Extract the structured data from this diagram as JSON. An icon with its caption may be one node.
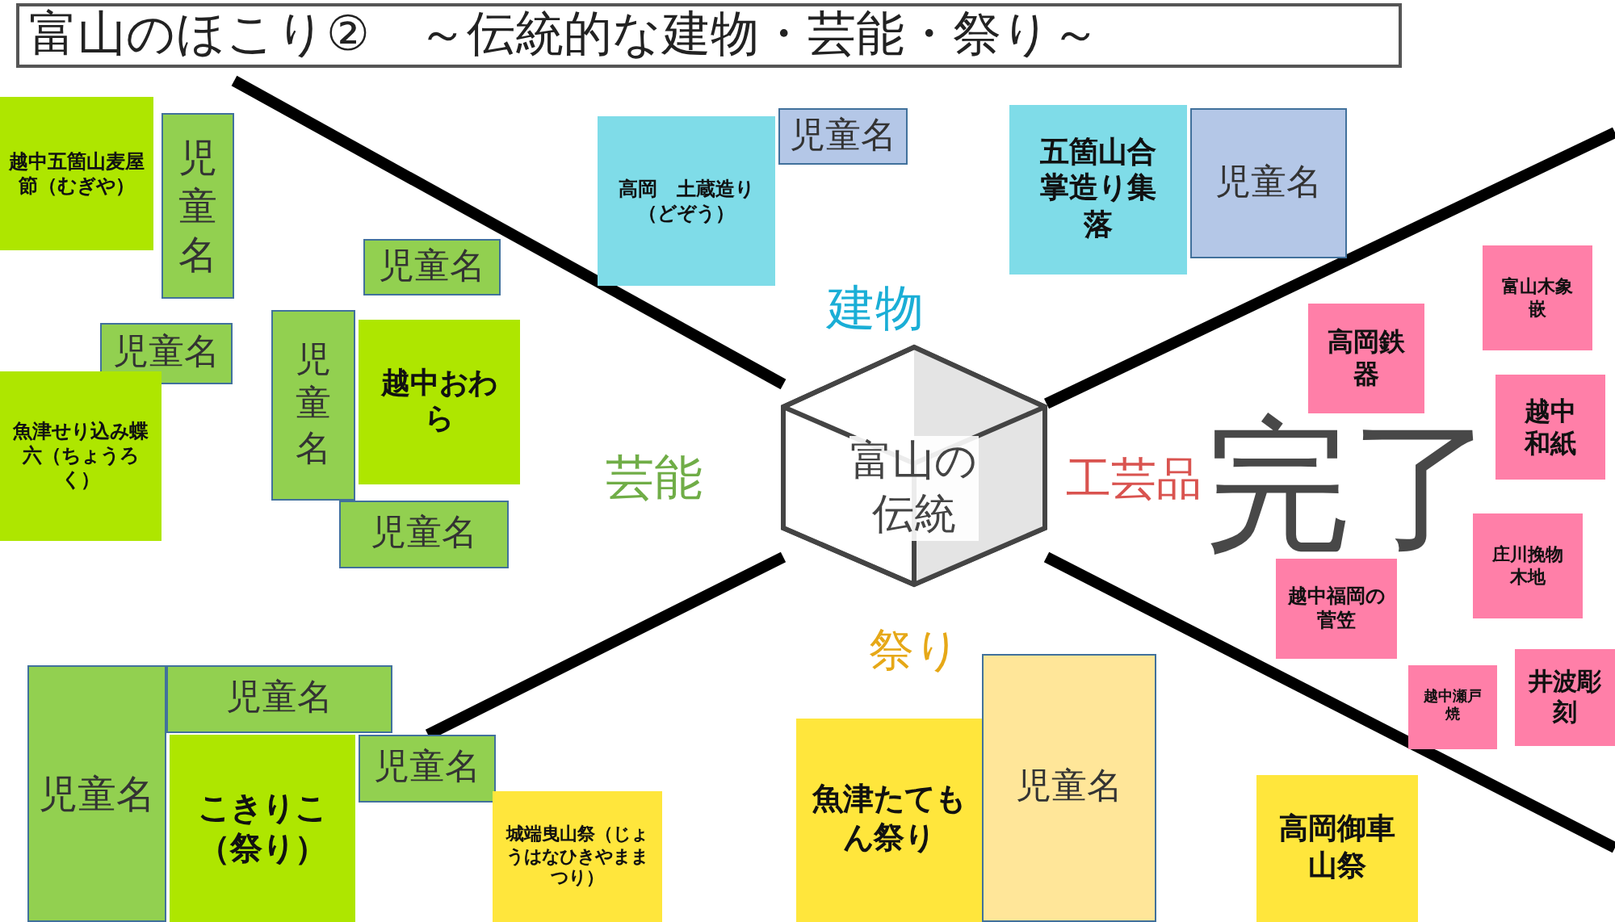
{
  "diagram": {
    "title": "富山のほこり②　～伝統的な建物・芸能・祭り～",
    "nodes": [
      {
        "text": [
          "富山の伝統"
        ]
      },
      {
        "text": [
          "越中五箇山麦屋節（むぎや）"
        ]
      },
      {
        "text": [
          "児童名"
        ]
      },
      {
        "text": [
          "児童名"
        ]
      },
      {
        "text": [
          "魚津せり込み蝶六（ちょうろく）"
        ]
      },
      {
        "text": [
          "児童名"
        ]
      },
      {
        "text": [
          "児童名"
        ]
      },
      {
        "text": [
          "越中おわら"
        ]
      },
      {
        "text": [
          "児童名"
        ]
      },
      {
        "text": [
          "高岡　土蔵造り（どぞう）"
        ]
      },
      {
        "text": [
          "児童名"
        ]
      },
      {
        "text": [
          "五箇山合掌造り集落"
        ]
      },
      {
        "text": [
          "児童名"
        ]
      },
      {
        "text": [
          "富山木象嵌"
        ]
      },
      {
        "text": [
          "高岡鉄器"
        ]
      },
      {
        "text": [
          "越中和紙"
        ]
      },
      {
        "text": [
          "越中福岡の菅笠"
        ]
      },
      {
        "text": [
          "庄川挽物木地"
        ]
      },
      {
        "text": [
          "越中瀬戸焼"
        ]
      },
      {
        "text": [
          "井波彫刻"
        ]
      },
      {
        "text": [
          "児童名"
        ]
      },
      {
        "text": [
          "児童名"
        ]
      },
      {
        "text": [
          "こきりこ（祭り）"
        ]
      },
      {
        "text": [
          "児童名"
        ]
      },
      {
        "text": [
          "城端曳山祭（じょうはなひきやままつり）"
        ]
      },
      {
        "text": [
          "魚津たてもん祭り"
        ]
      },
      {
        "text": [
          "児童名"
        ]
      },
      {
        "text": [
          "高岡御車山祭"
        ]
      }
    ],
    "labels": [
      "建物",
      "芸能",
      "工芸品",
      "祭り",
      "完了"
    ]
  }
}
